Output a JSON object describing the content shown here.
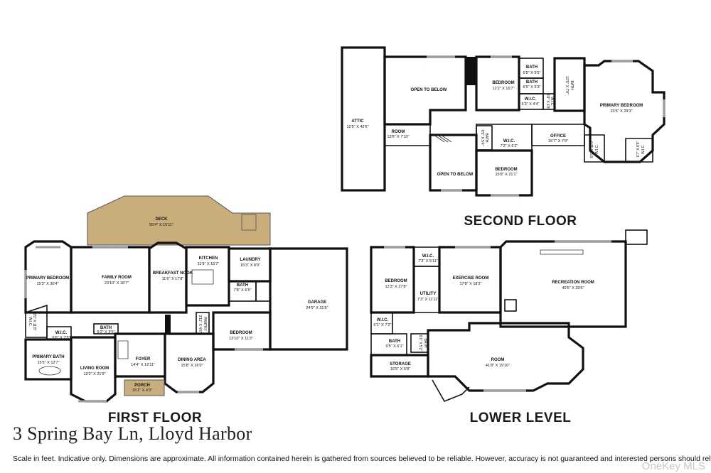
{
  "address": "3 Spring Bay Ln, Lloyd Harbor",
  "disclaimer": "Scale in feet. Indicative only. Dimensions are approximate. All information contained herein is gathered from sources believed to be reliable. However, accuracy is not guaranteed and interested persons should rely on their own enquiries.",
  "watermark": "OneKey MLS",
  "colors": {
    "deck": "#c9ad7a",
    "wet_room": "#dbe6c4",
    "porch": "#c9ad7a",
    "wall": "#111111"
  },
  "floors": {
    "first": {
      "label": "FIRST FLOOR",
      "rooms": {
        "deck": {
          "name": "DECK",
          "dim": "55'4\" X 15'11\""
        },
        "primary_bedroom": {
          "name": "PRIMARY BEDROOM",
          "dim": "15'3\" X 30'4\""
        },
        "family_room": {
          "name": "FAMILY ROOM",
          "dim": "23'10\" X 18'7\""
        },
        "breakfast_nook": {
          "name": "BREAKFAST NOOK",
          "dim": "11'6\" X 17'8\""
        },
        "kitchen": {
          "name": "KITCHEN",
          "dim": "11'9\" X 15'7\""
        },
        "laundry": {
          "name": "LAUNDRY",
          "dim": "15'3\" X 8'9\""
        },
        "bath_laundry": {
          "name": "BATH",
          "dim": "7'8\" X 6'5\""
        },
        "garage": {
          "name": "GARAGE",
          "dim": "24'9\" X 31'5\""
        },
        "wic_vert": {
          "name": "W.I.C.",
          "dim": "6'5\" X 11'8\""
        },
        "wic": {
          "name": "W.I.C.",
          "dim": "6'6\" X 7'5\""
        },
        "bath_half": {
          "name": "BATH",
          "dim": "5'2\" X 3'6\""
        },
        "pantry": {
          "name": "PANTRY",
          "dim": "3'11\" X 4'6\""
        },
        "bedroom": {
          "name": "BEDROOM",
          "dim": "13'10\" X 11'3\""
        },
        "primary_bath": {
          "name": "PRIMARY BATH",
          "dim": "15'5\" X 12'7\""
        },
        "living_room": {
          "name": "LIVING ROOM",
          "dim": "13'2\" X 21'9\""
        },
        "foyer": {
          "name": "FOYER",
          "dim": "14'4\" X 12'11\""
        },
        "dining_area": {
          "name": "DINING AREA",
          "dim": "15'8\" X 16'0\""
        },
        "porch": {
          "name": "PORCH",
          "dim": "15'1\" X 4'3\""
        }
      }
    },
    "second": {
      "label": "SECOND FLOOR",
      "rooms": {
        "attic": {
          "name": "ATTIC",
          "dim": "12'5\" X 42'6\""
        },
        "open_to_below_top": {
          "name": "OPEN TO BELOW",
          "dim": ""
        },
        "bedroom_a": {
          "name": "BEDROOM",
          "dim": "12'2\" X 15'7\""
        },
        "bath_a": {
          "name": "BATH",
          "dim": "6'5\" X 5'5\""
        },
        "bath_b": {
          "name": "BATH",
          "dim": "6'5\" X 5'3\""
        },
        "wic_a": {
          "name": "W.I.C.",
          "dim": "6'3\" X 4'4\""
        },
        "bath_vert": {
          "name": "BATH",
          "dim": "12'9\" X 7'8\""
        },
        "wic_vert": {
          "name": "W.I.C.",
          "dim": "3'8\" X 4'8\""
        },
        "primary_bedroom": {
          "name": "PRIMARY BEDROOM",
          "dim": "23'5\" X 29'3\""
        },
        "room": {
          "name": "ROOM",
          "dim": "13'6\" X 7'10\""
        },
        "open_to_below_bottom": {
          "name": "OPEN TO BELOW",
          "dim": ""
        },
        "bath_small": {
          "name": "BATH",
          "dim": "6'5\" X 5'4\""
        },
        "wic_b": {
          "name": "W.I.C.",
          "dim": "7'2\" X 6'2\""
        },
        "bedroom_b": {
          "name": "BEDROOM",
          "dim": "15'8\" X 21'1\""
        },
        "office": {
          "name": "OFFICE",
          "dim": "15'7\" X 7'9\""
        },
        "wic_c": {
          "name": "W.I.C.",
          "dim": "5'5\" X 11'0\""
        },
        "wic_d": {
          "name": "W.I.C.",
          "dim": "6'7\" X 8'9\""
        }
      }
    },
    "lower": {
      "label": "LOWER LEVEL",
      "rooms": {
        "bedroom": {
          "name": "BEDROOM",
          "dim": "12'3\" X 27'8\""
        },
        "wic_top": {
          "name": "W.I.C.",
          "dim": "7'3\" X 5'11\""
        },
        "utility": {
          "name": "UTILITY",
          "dim": "7'3\" X 11'11\""
        },
        "exercise_room": {
          "name": "EXERCISE ROOM",
          "dim": "17'8\" X 18'2\""
        },
        "recreation_room": {
          "name": "RECREATION ROOM",
          "dim": "40'5\" X 29'6\""
        },
        "wic": {
          "name": "W.I.C.",
          "dim": "6'1\" X 7'2\""
        },
        "bath": {
          "name": "BATH",
          "dim": "9'5\" X 6'1\""
        },
        "bath_vert": {
          "name": "BATH",
          "dim": "6'1\" X 5'2\""
        },
        "storage": {
          "name": "STORAGE",
          "dim": "16'5\" X 6'8\""
        },
        "room": {
          "name": "ROOM",
          "dim": "41'8\" X 19'10\""
        }
      }
    }
  }
}
